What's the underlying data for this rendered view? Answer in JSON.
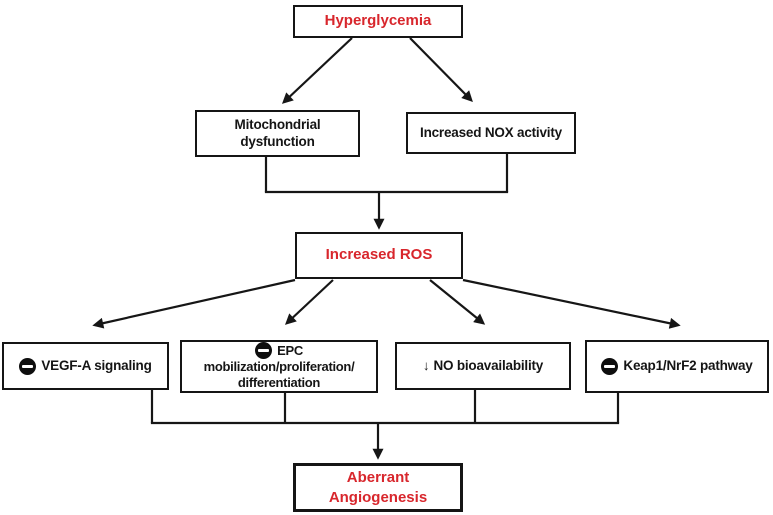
{
  "diagram": {
    "background_color": "#ffffff",
    "line_color": "#161616",
    "emphasis_color": "#d8262c",
    "text_color": "#151515",
    "icons": {
      "inhibition": "minus-in-black-circle",
      "decrease": "↓"
    },
    "nodes": {
      "hyperglycemia": {
        "label": "Hyperglycemia"
      },
      "mitochondrial_dysfunction": {
        "lines": [
          "Mitochondrial",
          "dysfunction"
        ]
      },
      "increased_nox_activity": {
        "label": "Increased NOX activity"
      },
      "increased_ros": {
        "label": "Increased ROS"
      },
      "vegf_a_signaling": {
        "label": "VEGF-A signaling",
        "icon": "inhibition"
      },
      "epc": {
        "lines": [
          "EPC",
          "mobilization/proliferation/",
          "differentiation"
        ],
        "icon": "inhibition"
      },
      "no_bioavailability": {
        "label": "NO bioavailability",
        "icon": "decrease"
      },
      "keap1_nrf2_pathway": {
        "label": "Keap1/NrF2 pathway",
        "icon": "inhibition"
      },
      "aberrant_angiogenesis": {
        "lines": [
          "Aberrant",
          "Angiogenesis"
        ]
      }
    }
  }
}
